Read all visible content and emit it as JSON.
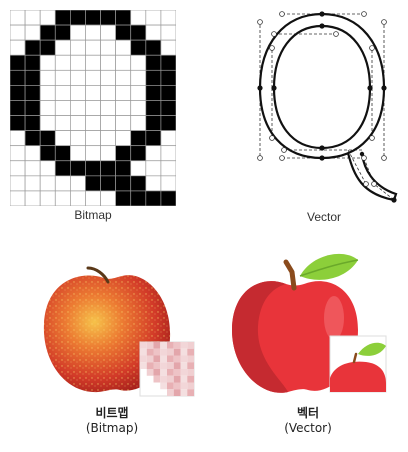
{
  "top_left": {
    "label": "Bitmap"
  },
  "top_right": {
    "label": "Vector"
  },
  "bottom_left": {
    "label_kr": "비트맵",
    "label_en": "(Bitmap)"
  },
  "bottom_right": {
    "label_kr": "벡터",
    "label_en": "(Vector)"
  },
  "bitmap_grid": {
    "cols": 11,
    "rows": 13,
    "filled": [
      [
        3,
        4,
        5,
        6,
        7
      ],
      [
        2,
        3,
        7,
        8
      ],
      [
        1,
        2,
        8,
        9
      ],
      [
        0,
        1,
        9,
        10
      ],
      [
        0,
        1,
        9,
        10
      ],
      [
        0,
        1,
        9,
        10
      ],
      [
        0,
        1,
        9,
        10
      ],
      [
        0,
        1,
        9,
        10
      ],
      [
        1,
        2,
        8,
        9
      ],
      [
        2,
        3,
        7,
        8
      ],
      [
        3,
        4,
        5,
        6,
        7
      ],
      [
        5,
        6,
        7,
        8
      ],
      [
        7,
        8,
        9,
        10
      ]
    ]
  },
  "colors": {
    "pixel_fill": "#000000",
    "grid_line": "#999999",
    "apple_red": "#e8343a",
    "apple_dark": "#c52a30",
    "leaf": "#8ccf3a",
    "stem": "#8a4a1c"
  }
}
